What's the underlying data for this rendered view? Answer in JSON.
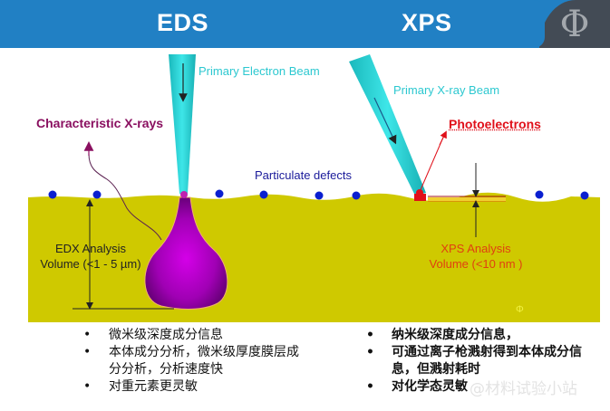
{
  "header": {
    "left_title": "EDS",
    "right_title": "XPS",
    "logo_glyph": "Φ",
    "colors": {
      "bar": "#2180c4",
      "logo_bg": "#434b55",
      "logo_glyph": "#a3a8ad"
    }
  },
  "eds": {
    "beam_label": "Primary Electron Beam",
    "xray_label": "Characteristic X-rays",
    "volume_label_line1": "EDX Analysis",
    "volume_label_line2": "Volume (<1 - 5 µm)",
    "bullets": [
      "微米级深度成分信息",
      "本体成分分析，微米级厚度膜层成分分析，分析速度快",
      "对重元素更灵敏"
    ]
  },
  "xps": {
    "beam_label": "Primary X-ray Beam",
    "photo_label": "Photoelectrons",
    "volume_label_line1": "XPS Analysis",
    "volume_label_line2": "Volume (<10 nm )",
    "bullets": [
      "纳米级深度成分信息，",
      "可通过离子枪溅射得到本体成分信息，但溅射耗时",
      "对化学态灵敏"
    ]
  },
  "particulate_label": "Particulate defects",
  "substrate_mark": "Φ",
  "watermark": "@材料试验小站",
  "colors": {
    "substrate": "#cfc900",
    "beam": "#22d3d6",
    "interaction_volume": "#a400b4",
    "particle": "#0a1fd0",
    "photo": "#e0101a",
    "xray_label": "#8a1060",
    "particulate_label": "#1a1a9a"
  }
}
